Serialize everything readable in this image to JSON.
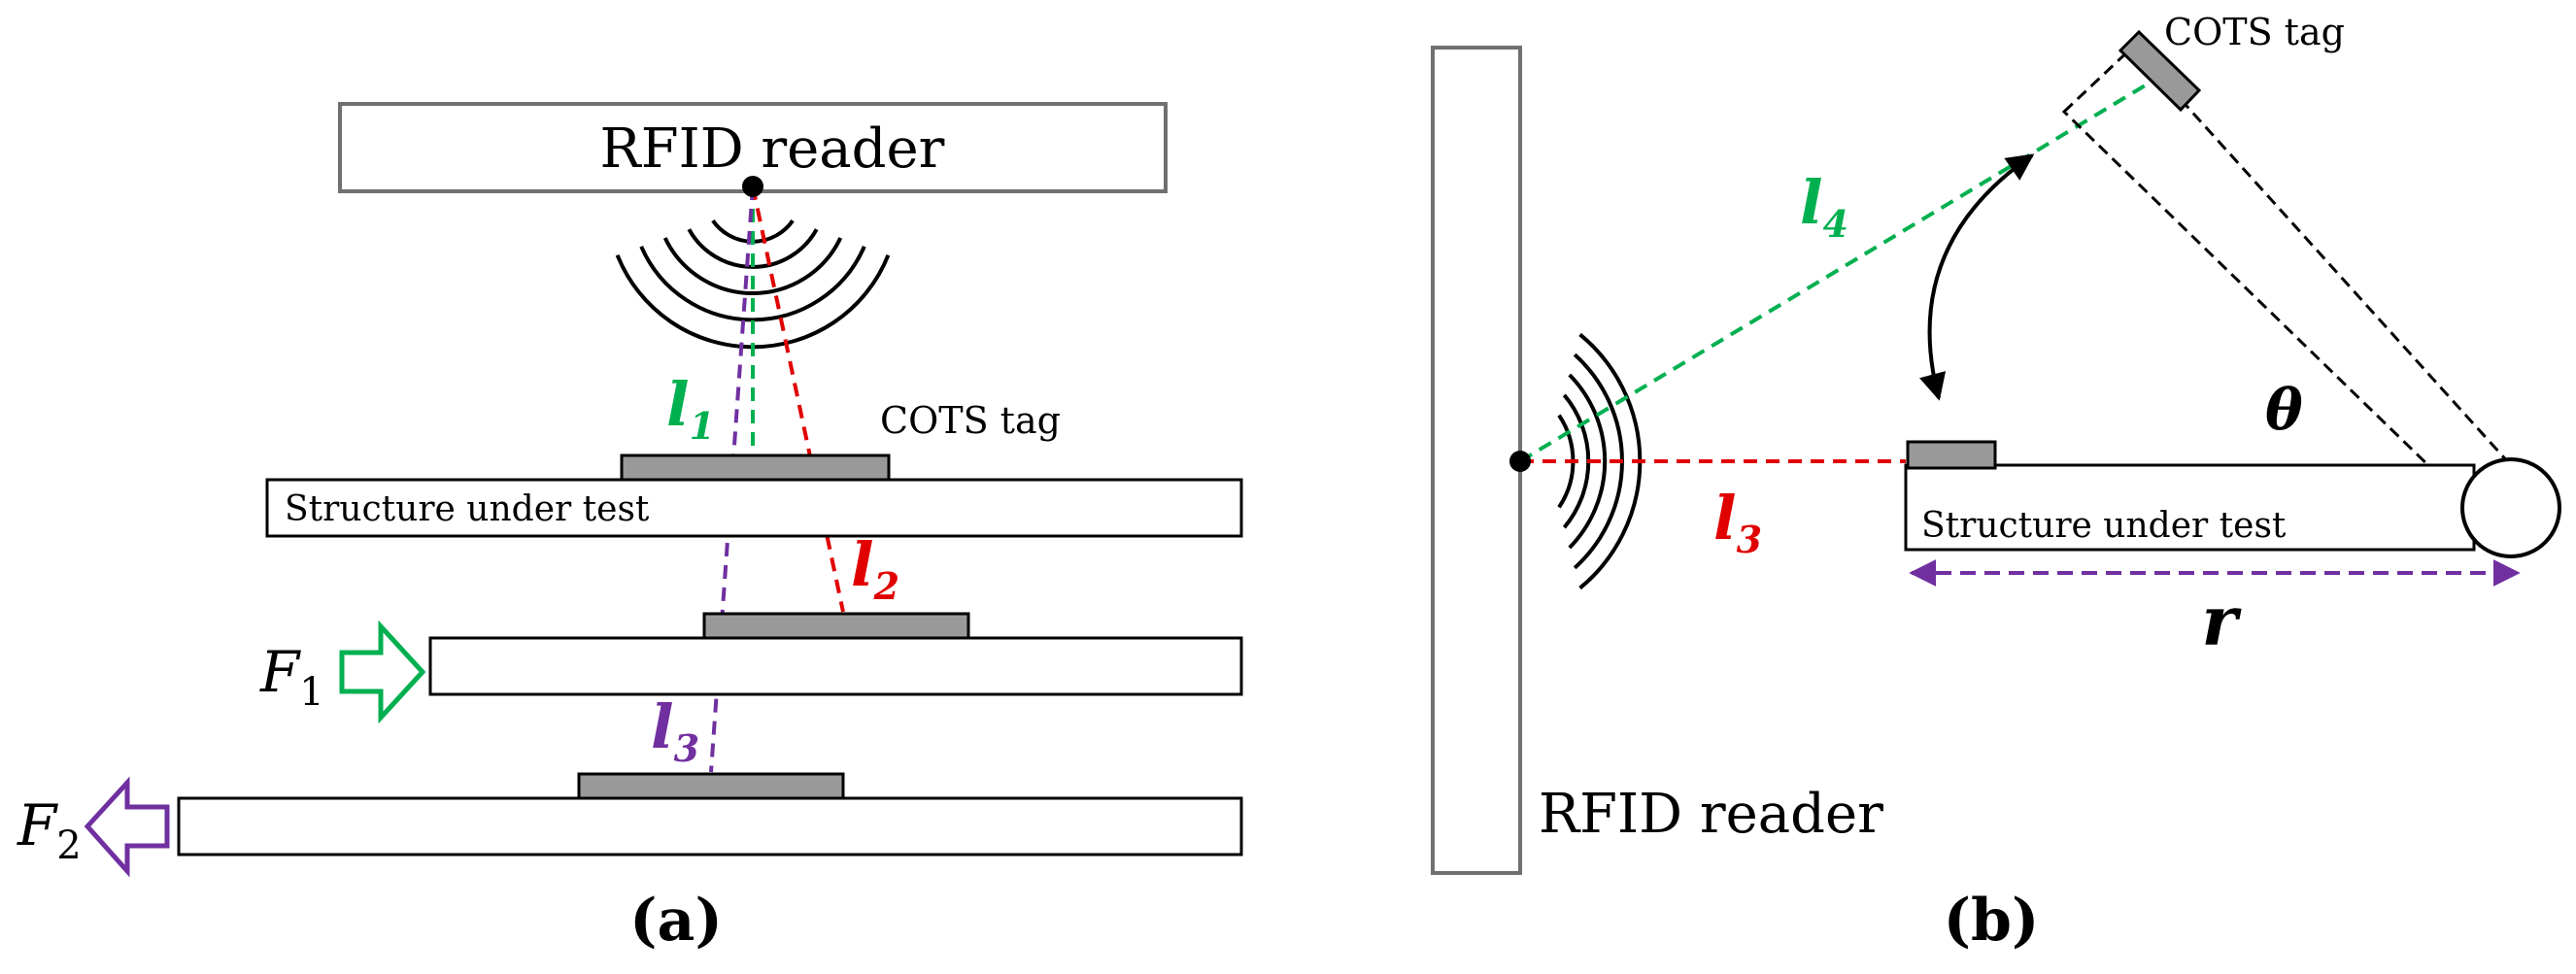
{
  "panel_a": {
    "reader_label": "RFID reader",
    "tag_label": "COTS tag",
    "structure_label": "Structure under test",
    "caption": "(a)",
    "lengths": [
      {
        "symbol": "l",
        "sub": "1",
        "color": "#00b050"
      },
      {
        "symbol": "l",
        "sub": "2",
        "color": "#e00000"
      },
      {
        "symbol": "l",
        "sub": "3",
        "color": "#7030a0"
      }
    ],
    "forces": [
      {
        "symbol": "F",
        "sub": "1",
        "color": "#00b050"
      },
      {
        "symbol": "F",
        "sub": "2",
        "color": "#7030a0"
      }
    ]
  },
  "panel_b": {
    "reader_label": "RFID reader",
    "tag_label": "COTS tag",
    "structure_label": "Structure under test",
    "caption": "(b)",
    "l3": {
      "symbol": "l",
      "sub": "3",
      "color": "#e00000"
    },
    "l4": {
      "symbol": "l",
      "sub": "4",
      "color": "#00b050"
    },
    "theta": "θ",
    "radius": "r",
    "radius_color": "#7030a0"
  }
}
